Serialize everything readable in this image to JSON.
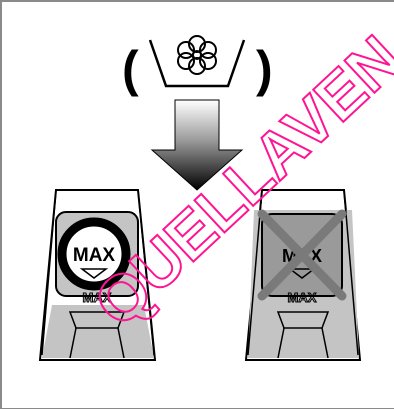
{
  "symbol": {
    "open_paren": "(",
    "close_paren": ")"
  },
  "left_dispenser": {
    "label": "MAX",
    "lower_label": "MAX",
    "state": "correct"
  },
  "right_dispenser": {
    "label": "MAX",
    "lower_label": "MAX",
    "state": "incorrect"
  },
  "watermark": {
    "text": "QUELLAVEN",
    "color": "#ff1493"
  },
  "colors": {
    "gray_fill": "#c4c4c4",
    "dark_gray": "#7a7a7a",
    "stroke": "#000000"
  }
}
